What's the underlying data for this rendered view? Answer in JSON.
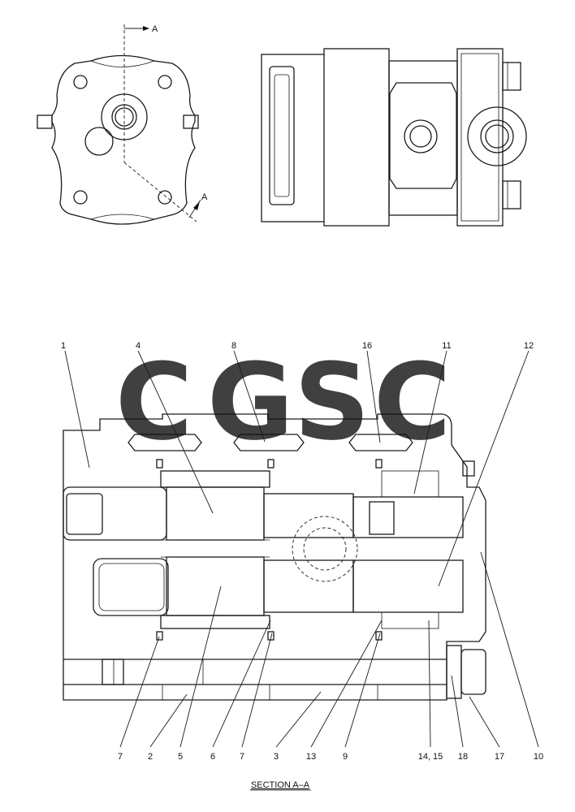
{
  "section_marker": {
    "label": "A"
  },
  "section_title": "SECTION  A–A",
  "watermark": {
    "letters": [
      "C",
      "G",
      "S",
      "C"
    ],
    "colors": [
      "#4a8af4",
      "#ee6a5a",
      "#fbd55a",
      "#35a56e"
    ]
  },
  "callouts_top": [
    "1",
    "4",
    "8",
    "16",
    "11",
    "12"
  ],
  "callouts_bottom": [
    "7",
    "2",
    "5",
    "6",
    "7",
    "3",
    "13",
    "9",
    "14, 15",
    "18",
    "17",
    "10"
  ]
}
